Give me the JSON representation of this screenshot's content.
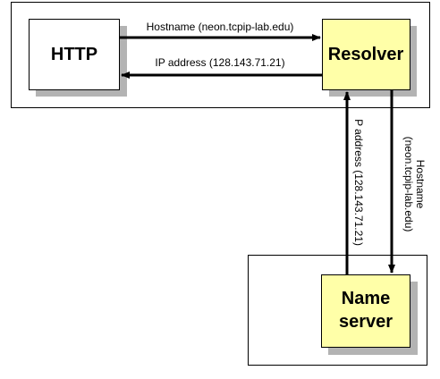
{
  "nodes": {
    "http": {
      "label": "HTTP"
    },
    "resolver": {
      "label": "Resolver"
    },
    "name_server": {
      "line1": "Name",
      "line2": "server"
    }
  },
  "edges": {
    "http_to_resolver": {
      "label": "Hostname (neon.tcpip-lab.edu)"
    },
    "resolver_to_http": {
      "label": "IP address (128.143.71.21)"
    },
    "resolver_to_nameserver": {
      "line1": "Hostname",
      "line2": "(neon.tcpip-lab.edu)"
    },
    "nameserver_to_resolver": {
      "label": "P address (128.143.71.21)"
    }
  },
  "colors": {
    "highlight_fill": "#ffffa8",
    "plain_fill": "#ffffff",
    "shadow": "#b3b3b3",
    "stroke": "#000000"
  }
}
